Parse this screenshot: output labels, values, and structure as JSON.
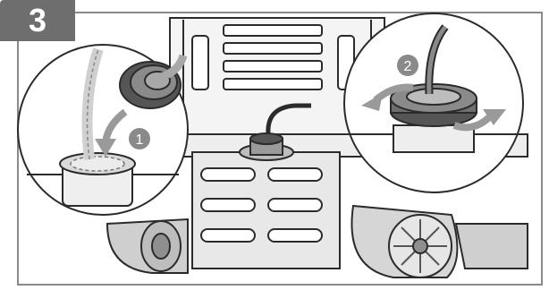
{
  "step": {
    "number": "3"
  },
  "callouts": [
    {
      "number": "1"
    },
    {
      "number": "2"
    }
  ],
  "colors": {
    "frame": "#8a8a8a",
    "badge": "#6e6e6e",
    "badge_text": "#ffffff",
    "line": "#2b2b2b",
    "light_gray": "#d9d9d9",
    "mid_gray": "#a8a8a8",
    "dark_gray": "#555555",
    "arrow_gray": "#9a9a9a"
  },
  "icons": [
    "cap-icon",
    "hose-icon",
    "rotate-arrows-icon",
    "down-arrow-icon"
  ]
}
